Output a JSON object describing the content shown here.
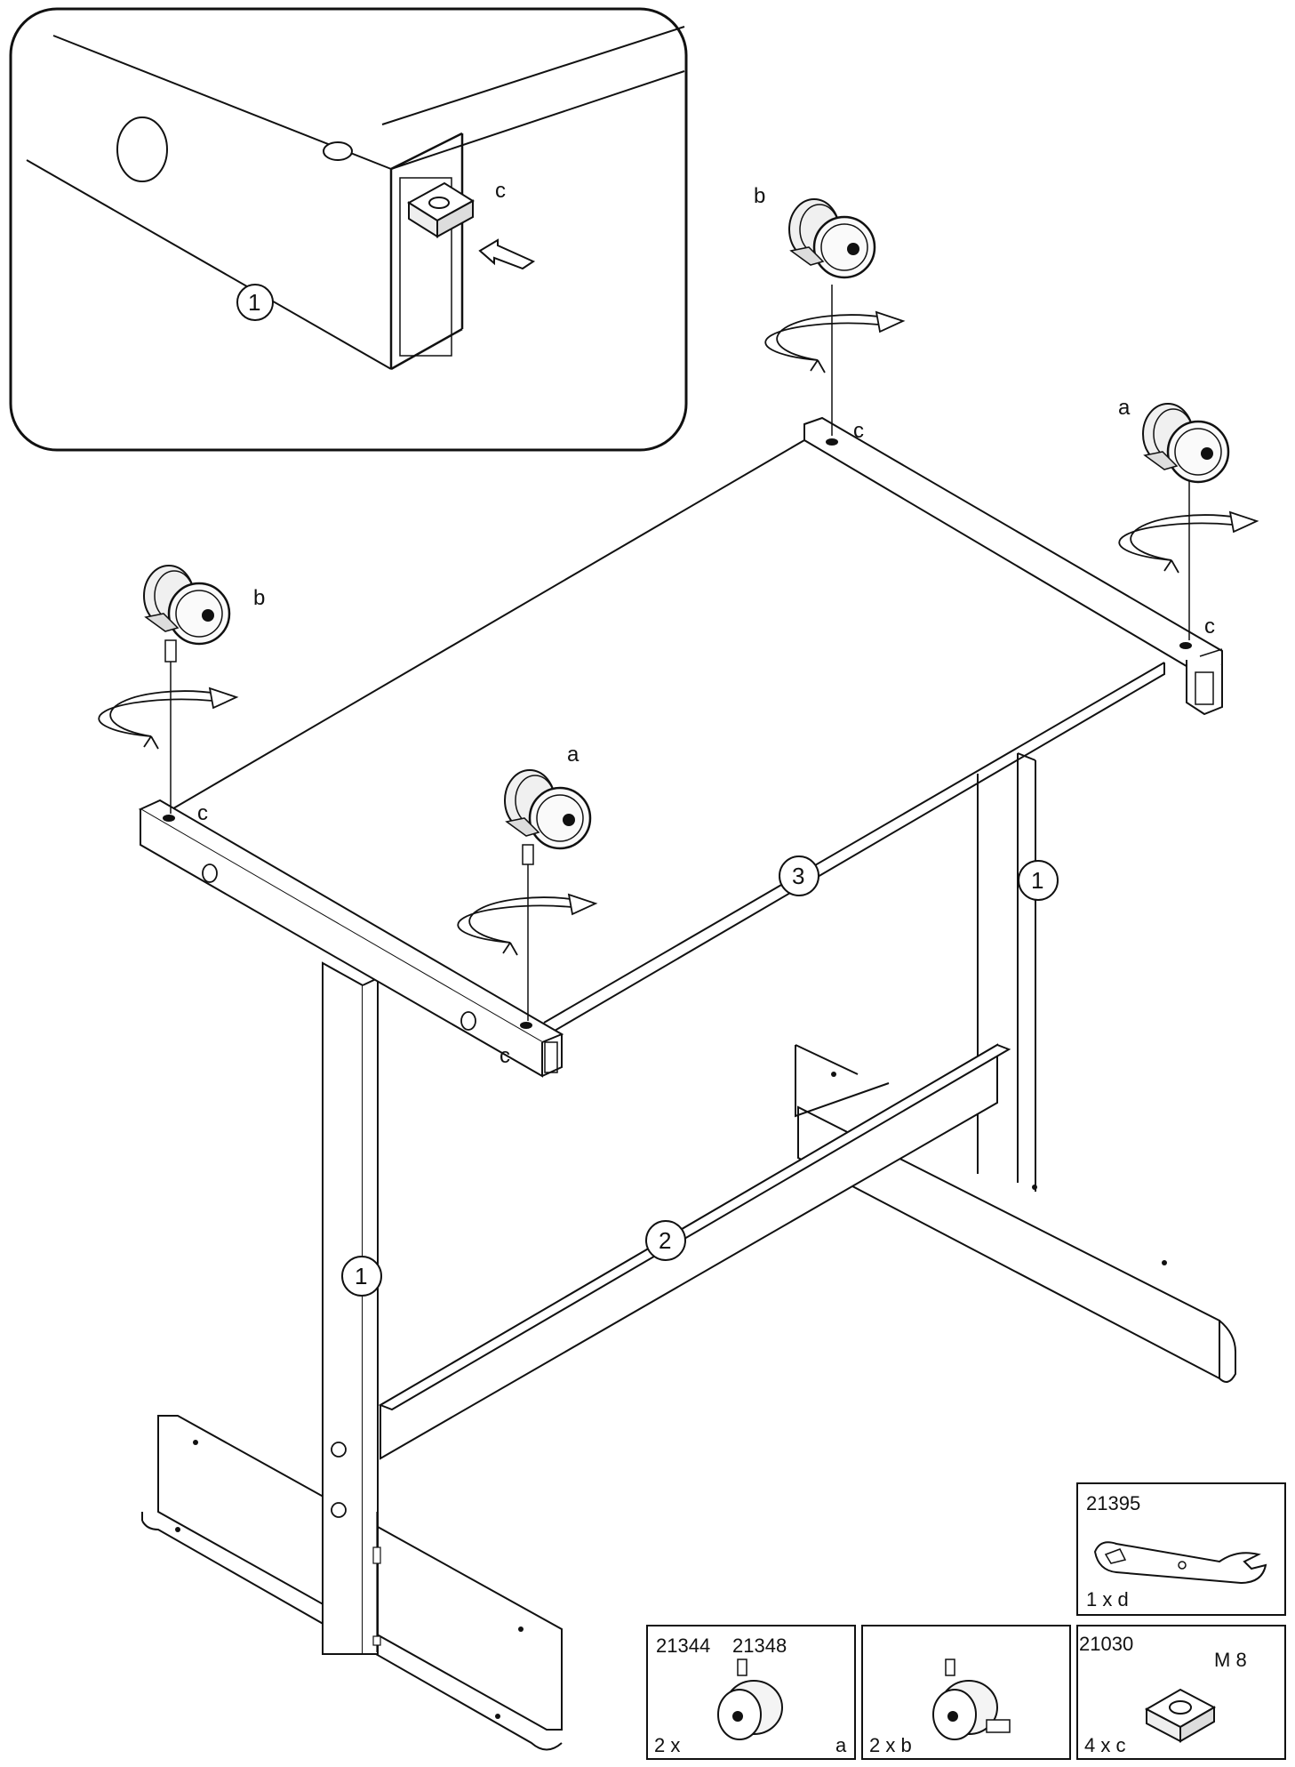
{
  "inset": {
    "nut_label": "c",
    "part_number": "1"
  },
  "assembly": {
    "parts": {
      "leg_left": "1",
      "leg_right": "1",
      "crossbar": "2",
      "top_frame": "3"
    },
    "caster_labels": {
      "back_left": "b",
      "back_right": "a",
      "front_left": "b",
      "front_mid": "a"
    },
    "nut_labels": {
      "back": "c",
      "right": "c",
      "front_left": "c",
      "front_mid": "c"
    }
  },
  "parts_list": [
    {
      "codes": [
        "21395"
      ],
      "qty": "1 x d",
      "letter": "",
      "icon": "wrench-icon"
    },
    {
      "codes": [
        "21344",
        "21348"
      ],
      "qty": "2 x",
      "letter": "a",
      "icon": "caster-icon"
    },
    {
      "codes": [],
      "qty": "2 x b",
      "letter": "",
      "icon": "caster-brake-icon"
    },
    {
      "codes": [
        "21030"
      ],
      "qty": "4 x c",
      "letter": "",
      "spec": "M 8",
      "icon": "square-nut-icon"
    }
  ],
  "colors": {
    "line": "#111111",
    "background": "#ffffff",
    "light_fill": "#eeeeee"
  }
}
